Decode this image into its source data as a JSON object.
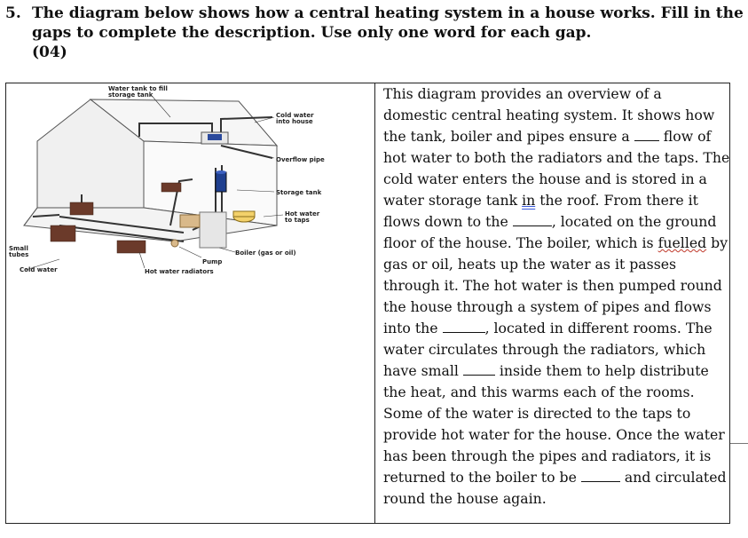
{
  "question": {
    "number": "5.",
    "line1": "The diagram below shows how a central heating system in a house works. Fill in the",
    "line2": "gaps to complete the description.   Use only one word for each gap.",
    "marks": "(04)"
  },
  "diagram_labels": {
    "water_tank": "Water tank to fill",
    "water_tank2": "storage tank",
    "cold_into": "Cold water",
    "cold_into2": "into house",
    "overflow": "Overflow pipe",
    "storage": "Storage tank",
    "hot_taps": "Hot water",
    "hot_taps2": "to taps",
    "boiler": "Boiler (gas or oil)",
    "small": "Small",
    "small2": "tubes",
    "cold_water": "Cold water",
    "pump": "Pump",
    "radiators": "Hot water radiators"
  },
  "passage": {
    "r1": "This diagram provides an overview of a",
    "r2": "domestic central heating system. It shows how",
    "r3a": "the tank, boiler and pipes ensure a",
    "r3b": "flow of",
    "r4": "hot water to both the radiators and the taps. The",
    "r5": "cold water enters the house and is stored in a",
    "r6a": "water storage tank",
    "r6b": "in",
    "r6c": "the roof. From there it",
    "r7a": "flows down to the",
    "r7b": ", located on the ground",
    "r8a": "floor of the house. The boiler, which is",
    "r8b": "fuelled",
    "r8c": "by",
    "r9": "gas or oil, heats up the water as it passes",
    "r10": "through it. The hot water is then pumped round",
    "r11": "the house through a system of pipes and flows",
    "r12a": "into the",
    "r12b": ", located in different rooms. The",
    "r13": "water circulates through the radiators, which",
    "r14a": "have small",
    "r14b": "inside them to help distribute",
    "r15": "the heat, and this warms each of the rooms.",
    "r16": "Some of the water is directed to the taps to",
    "r17": "provide hot water for the house. Once the water",
    "r18": "has been through the pipes and radiators, it is",
    "r19a": "returned to the boiler to be",
    "r19b": "and circulated",
    "r20": "round the house again."
  }
}
